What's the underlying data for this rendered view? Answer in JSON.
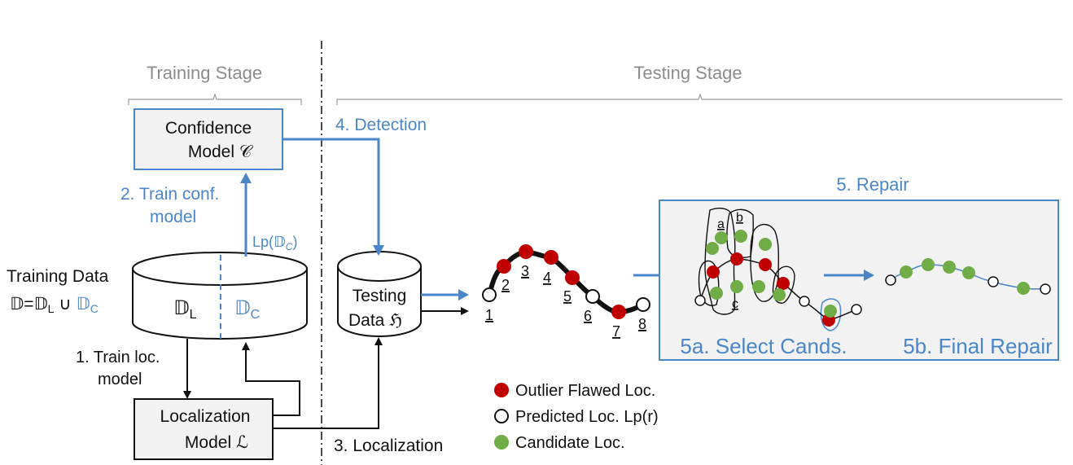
{
  "stages": {
    "training": "Training Stage",
    "testing": "Testing Stage"
  },
  "confidence_model": {
    "line1": "Confidence",
    "line2": "Model 𝒞"
  },
  "localization_model": {
    "line1": "Localization",
    "line2": "Model ℒ"
  },
  "steps": {
    "train_conf_line1": "2. Train conf.",
    "train_conf_line2": "model",
    "train_loc_line1": "1. Train loc.",
    "train_loc_line2": "model",
    "detection": "4. Detection",
    "localization": "3. Localization",
    "repair": "5. Repair",
    "select_cands": "5a. Select Cands.",
    "final_repair": "5b. Final Repair"
  },
  "training_data": {
    "label": "Training Data",
    "formula_black": "𝔻=𝔻",
    "formula_sub": "L",
    "formula_union": " ∪ ",
    "formula_blue": "𝔻",
    "formula_blue_sub": "C",
    "cyl_left": "𝔻",
    "cyl_left_sub": "L",
    "cyl_right": "𝔻",
    "cyl_right_sub": "C",
    "lp_label_black": "Lp(",
    "lp_label_dbl": "𝔻",
    "lp_label_sub": "C",
    "lp_label_close": ")"
  },
  "testing_data": {
    "line1": "Testing",
    "line2": "Data ℌ"
  },
  "trajectory_labels": [
    "1",
    "2",
    "3",
    "4",
    "5",
    "6",
    "7",
    "8"
  ],
  "cluster_labels": [
    "a",
    "b",
    "c"
  ],
  "legend": [
    {
      "label": "Outlier Flawed Loc.",
      "color": "#c00000"
    },
    {
      "label": "Predicted Loc. Lp(r)",
      "color": "#ffffff"
    },
    {
      "label": "Candidate Loc.",
      "color": "#70ad47"
    }
  ],
  "colors": {
    "accent": "#4a86c8",
    "outlier": "#c00000",
    "candidate": "#70ad47",
    "box_fill": "#f2f2f2"
  }
}
